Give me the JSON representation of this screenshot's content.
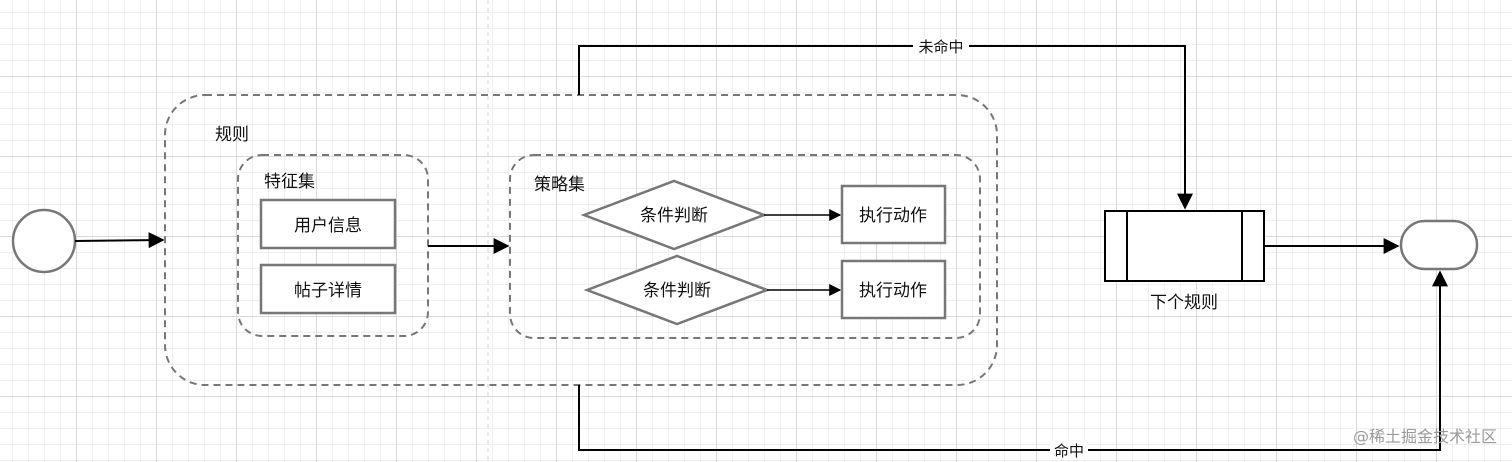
{
  "rule_group": {
    "label": "规则"
  },
  "feature_set": {
    "label": "特征集",
    "items": [
      "用户信息",
      "帖子详情"
    ]
  },
  "strategy_set": {
    "label": "策略集",
    "conditions": [
      "条件判断",
      "条件判断"
    ],
    "actions": [
      "执行动作",
      "执行动作"
    ]
  },
  "next_rule": {
    "label": "下个规则"
  },
  "edges": {
    "miss": "未命中",
    "hit": "命中"
  },
  "watermark": "@稀土掘金技术社区"
}
